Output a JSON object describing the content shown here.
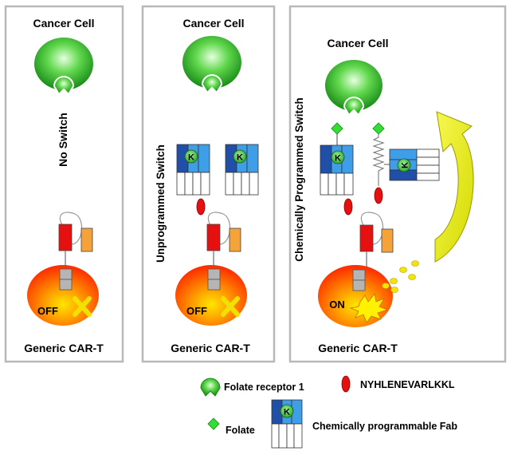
{
  "panels": [
    {
      "title": "Cancer Cell",
      "switch_label": "No Switch",
      "tcell_label": "Generic CAR-T",
      "state": "OFF"
    },
    {
      "title": "Cancer Cell",
      "switch_label": "Unprogrammed Switch",
      "tcell_label": "Generic CAR-T",
      "state": "OFF"
    },
    {
      "title": "Cancer Cell",
      "switch_label": "Chemically Programmed Switch",
      "tcell_label": "Generic CAR-T",
      "state": "ON"
    }
  ],
  "fab_letter": "K",
  "legend": {
    "folate_receptor": "Folate receptor 1",
    "peptide": "NYHLENEVARLKKL",
    "folate": "Folate",
    "fab": "Chemically programmable Fab"
  },
  "colors": {
    "cancer_cell_green": "#22b022",
    "tcell_orange": "#ff4a00",
    "car_red": "#e61010",
    "car_orange": "#f6a23a",
    "fab_dark_blue": "#1f4fa8",
    "fab_light_blue": "#3f9ee8",
    "x_mark_yellow": "#f2e000",
    "arrow_yellow": "#e4e800",
    "folate_green": "#33dd33"
  }
}
